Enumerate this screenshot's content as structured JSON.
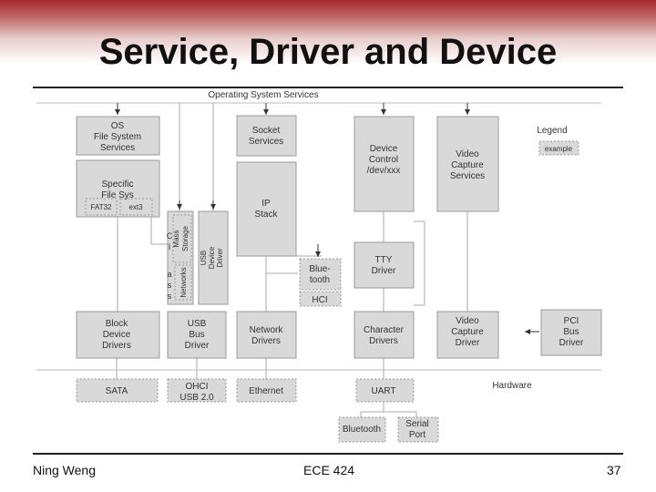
{
  "slide": {
    "title": "Service, Driver and Device",
    "footer_author": "Ning Weng",
    "footer_course": "ECE 424",
    "page_number": "37"
  },
  "diagram": {
    "os_services_label": "Operating System Services",
    "hardware_label": "Hardware",
    "legend_label": "Legend",
    "legend_example": "example",
    "os_fs": [
      "OS",
      "File System",
      "Services"
    ],
    "specific_fs": [
      "Specific",
      "File Sys"
    ],
    "fat32": "FAT32",
    "ext3": "ext3",
    "socket": [
      "Socket",
      "Services"
    ],
    "ip_stack": [
      "IP",
      "Stack"
    ],
    "device_control": [
      "Device",
      "Control",
      "/dev/xxx"
    ],
    "video_capture_services": [
      "Video",
      "Capture",
      "Services"
    ],
    "mass_storage": [
      "Mass",
      "Storage"
    ],
    "class_letters": [
      "C",
      "l",
      "a",
      "s",
      "s"
    ],
    "networks": "Networks",
    "usb_device_driver": [
      "USB",
      "Device",
      "Driver"
    ],
    "bluetooth_mid": [
      "Blue-",
      "tooth"
    ],
    "hci": "HCI",
    "tty_driver": [
      "TTY",
      "Driver"
    ],
    "block_device_drivers": [
      "Block",
      "Device",
      "Drivers"
    ],
    "usb_bus_driver": [
      "USB",
      "Bus",
      "Driver"
    ],
    "network_drivers": [
      "Network",
      "Drivers"
    ],
    "character_drivers": [
      "Character",
      "Drivers"
    ],
    "video_capture_driver": [
      "Video",
      "Capture",
      "Driver"
    ],
    "pci_bus_driver": [
      "PCI",
      "Bus",
      "Driver"
    ],
    "sata": "SATA",
    "ohci_usb": [
      "OHCI",
      "USB 2.0"
    ],
    "ethernet": "Ethernet",
    "uart": "UART",
    "bluetooth_hw": "Bluetooth",
    "serial_port": [
      "Serial",
      "Port"
    ]
  }
}
